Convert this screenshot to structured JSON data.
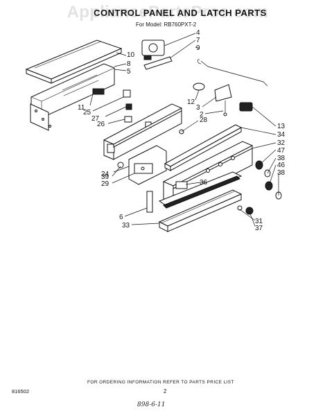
{
  "title": "CONTROL PANEL AND LATCH PARTS",
  "watermark": "AppliancePartsPros.com",
  "subtitle": "For Model: RB760PXT-2",
  "footer": "FOR ORDERING INFORMATION REFER TO PARTS PRICE LIST",
  "doc_number": "816502",
  "page_number": "2",
  "handwritten": "898-6-11",
  "callouts": {
    "c10": "10",
    "c8": "8",
    "c5": "5",
    "c4": "4",
    "c7": "7",
    "c9": "9",
    "c11": "11",
    "c25": "25",
    "c27": "27",
    "c26": "26",
    "c12": "12",
    "c3": "3",
    "c2": "2",
    "c28": "28",
    "c13": "13",
    "c34": "34",
    "c32": "32",
    "c47": "47",
    "c38a": "38",
    "c46": "46",
    "c38b": "38",
    "c24": "24",
    "c39": "39",
    "c29": "29",
    "c36": "36",
    "c6": "6",
    "c33": "33",
    "c31": "31",
    "c37": "37"
  }
}
